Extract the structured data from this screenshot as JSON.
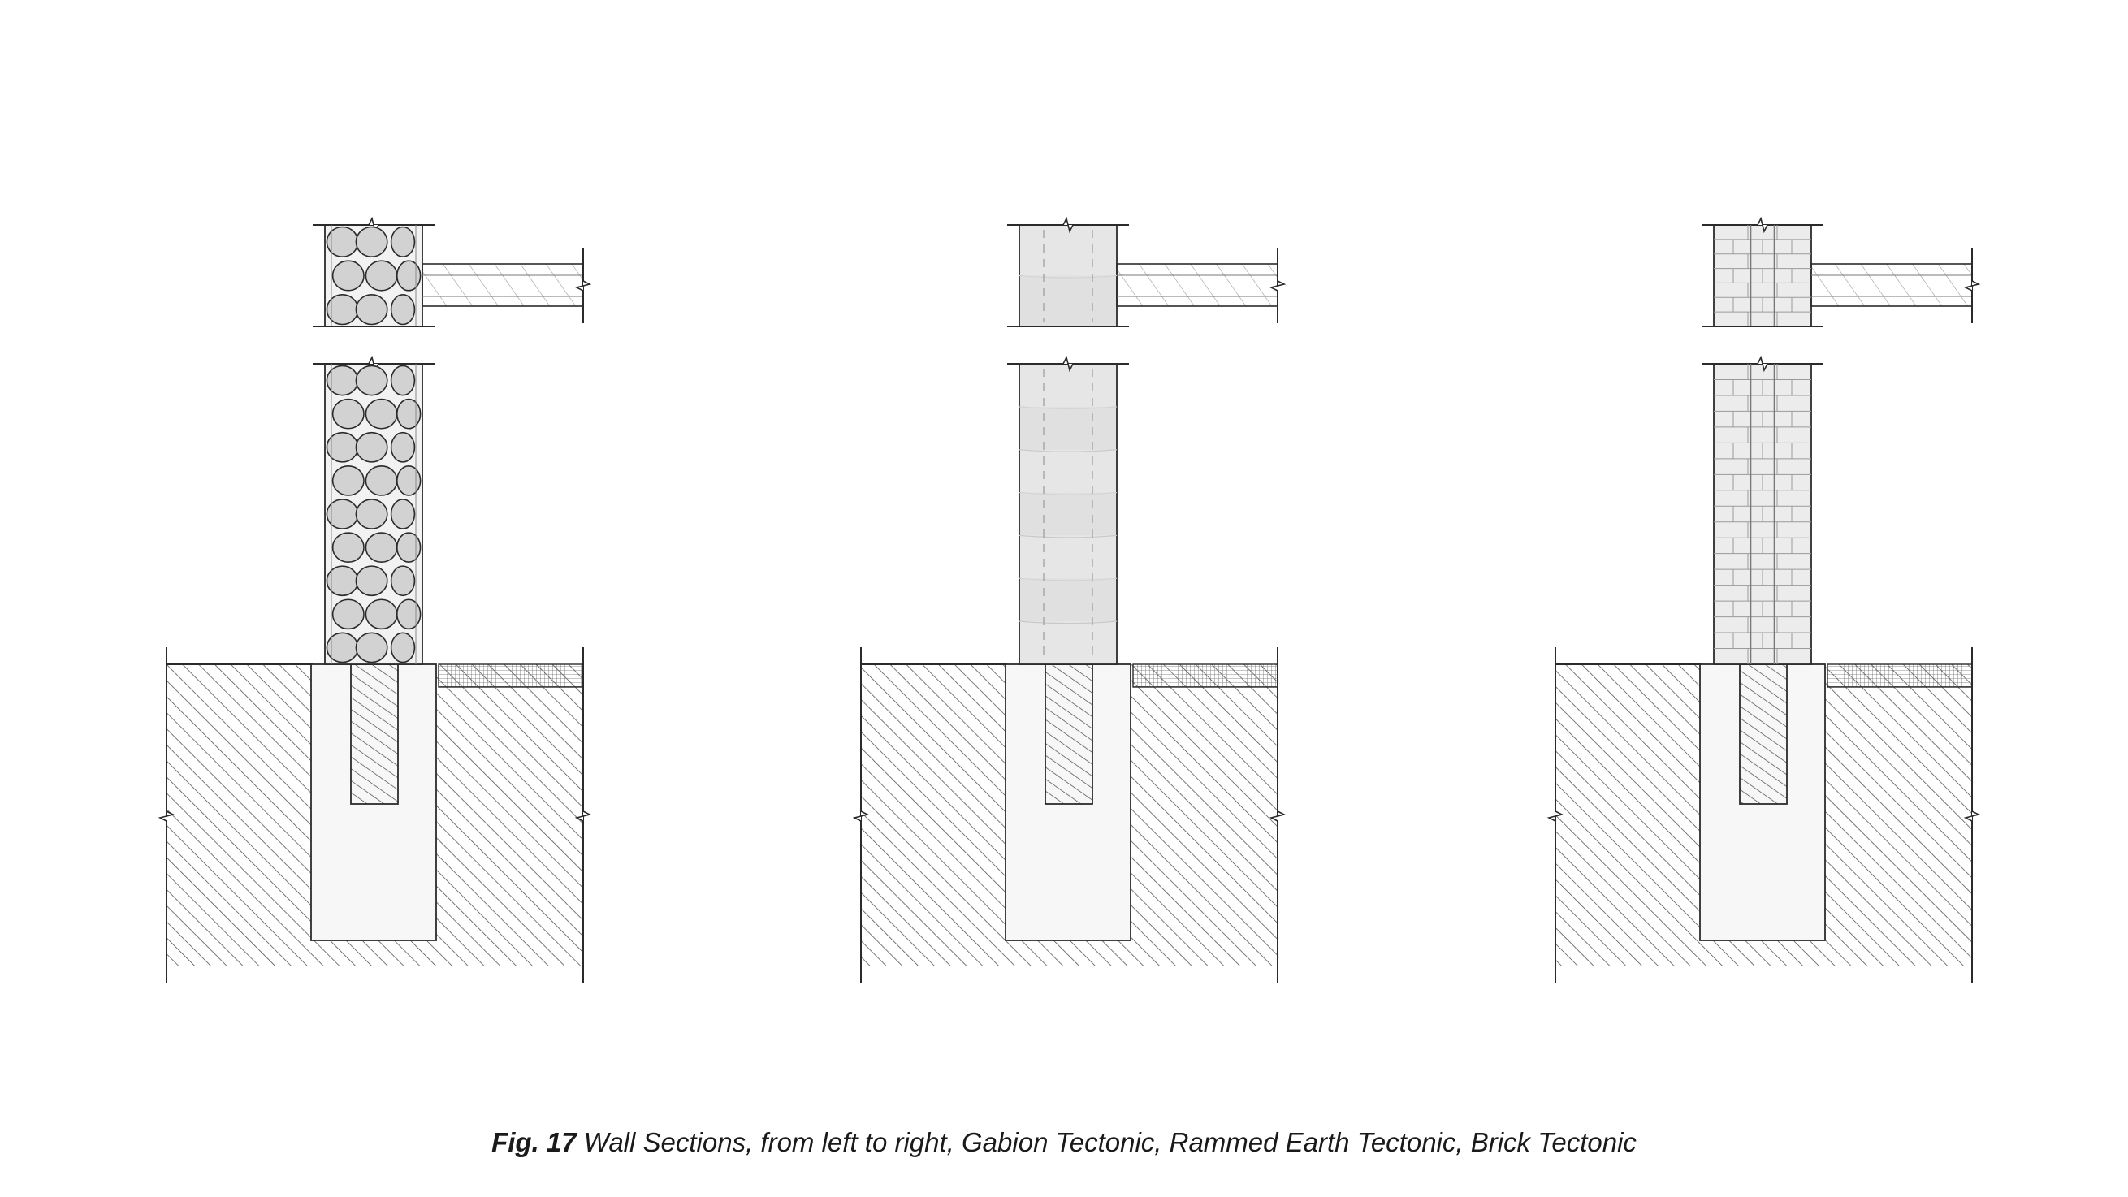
{
  "caption": {
    "label": "Fig. 17",
    "text": "Wall Sections, from left to right, Gabion Tectonic, Rammed Earth Tectonic, Brick Tectonic"
  },
  "sections": [
    {
      "id": "gabion",
      "wall": "gabion"
    },
    {
      "id": "rammed-earth",
      "wall": "rammed-earth"
    },
    {
      "id": "brick",
      "wall": "brick"
    }
  ],
  "colors": {
    "line": "#2b2b2b",
    "hatch": "#555555",
    "stone": "#d2d2d2",
    "earth": "#e6e6e6",
    "brick": "#ececec",
    "footing": "#f7f7f7"
  }
}
